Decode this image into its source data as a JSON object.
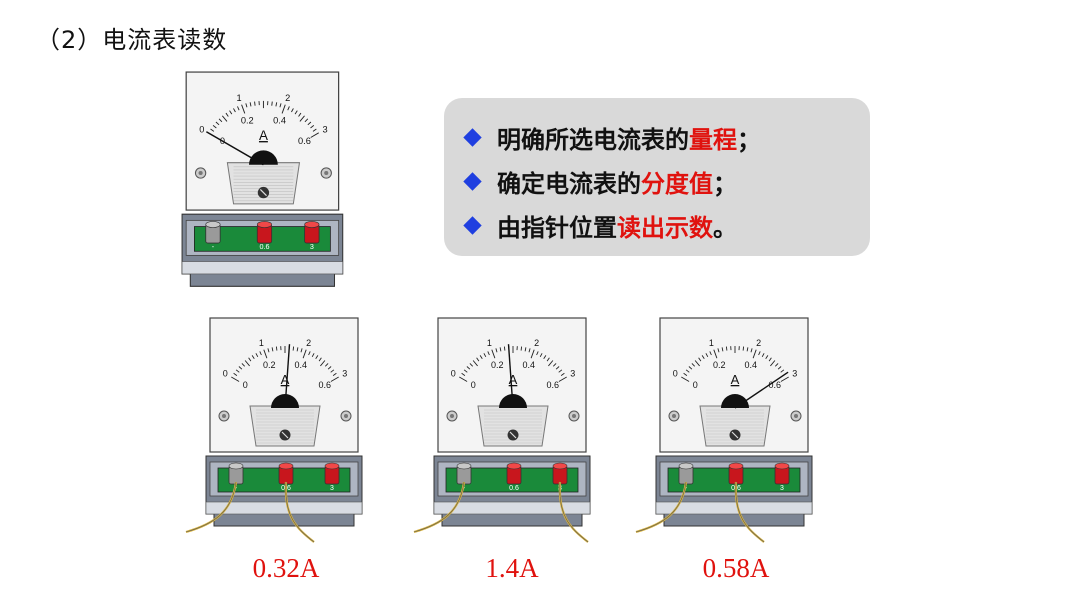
{
  "heading": "（2）电流表读数",
  "bullets": [
    {
      "pre": "明确所选电流表的",
      "highlight": "量程",
      "post": "；"
    },
    {
      "pre": "确定电流表的",
      "highlight": "分度值",
      "post": "；"
    },
    {
      "pre": "由指针位置",
      "highlight": "读出示数",
      "post": "。"
    }
  ],
  "meter": {
    "unit": "A",
    "top_scale_labels": [
      "0",
      "1",
      "2",
      "3"
    ],
    "bottom_scale_labels": [
      "0",
      "0.2",
      "0.4",
      "0.6"
    ],
    "terminal_labels": [
      "-",
      "0.6",
      "3"
    ]
  },
  "meters": [
    {
      "name": "example",
      "reading_fraction": 0.0,
      "wired_terminal": null
    },
    {
      "name": "meter-1",
      "reading_fraction": 0.5333,
      "wired_terminal": 1
    },
    {
      "name": "meter-2",
      "reading_fraction": 0.4667,
      "wired_terminal": 2
    },
    {
      "name": "meter-3",
      "reading_fraction": 0.9667,
      "wired_terminal": 1
    }
  ],
  "readings": [
    "0.32A",
    "1.4A",
    "0.58A"
  ],
  "colors": {
    "highlight": "#e0120e",
    "bullet": "#1f3fe0",
    "box": "#d9d9d9",
    "board": "#1a8a3a",
    "terminal": "#c8161d",
    "wire": "#d9b441"
  }
}
